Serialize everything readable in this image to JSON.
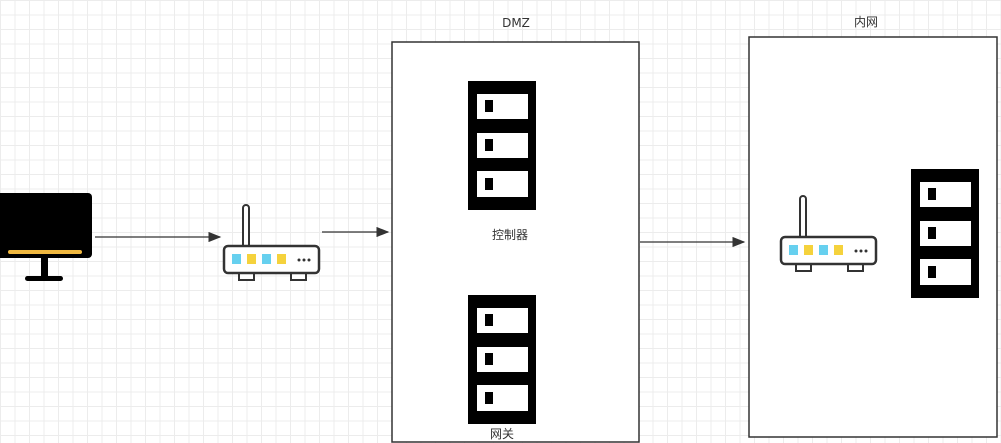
{
  "zones": {
    "dmz": "DMZ",
    "intranet": "内网"
  },
  "nodes": {
    "controller": "控制器",
    "gateway": "网关"
  },
  "colors": {
    "blue_port": "#66d0ef",
    "yellow_port": "#f5d23c",
    "monitor_bar": "#f0b840",
    "line": "#333333"
  }
}
